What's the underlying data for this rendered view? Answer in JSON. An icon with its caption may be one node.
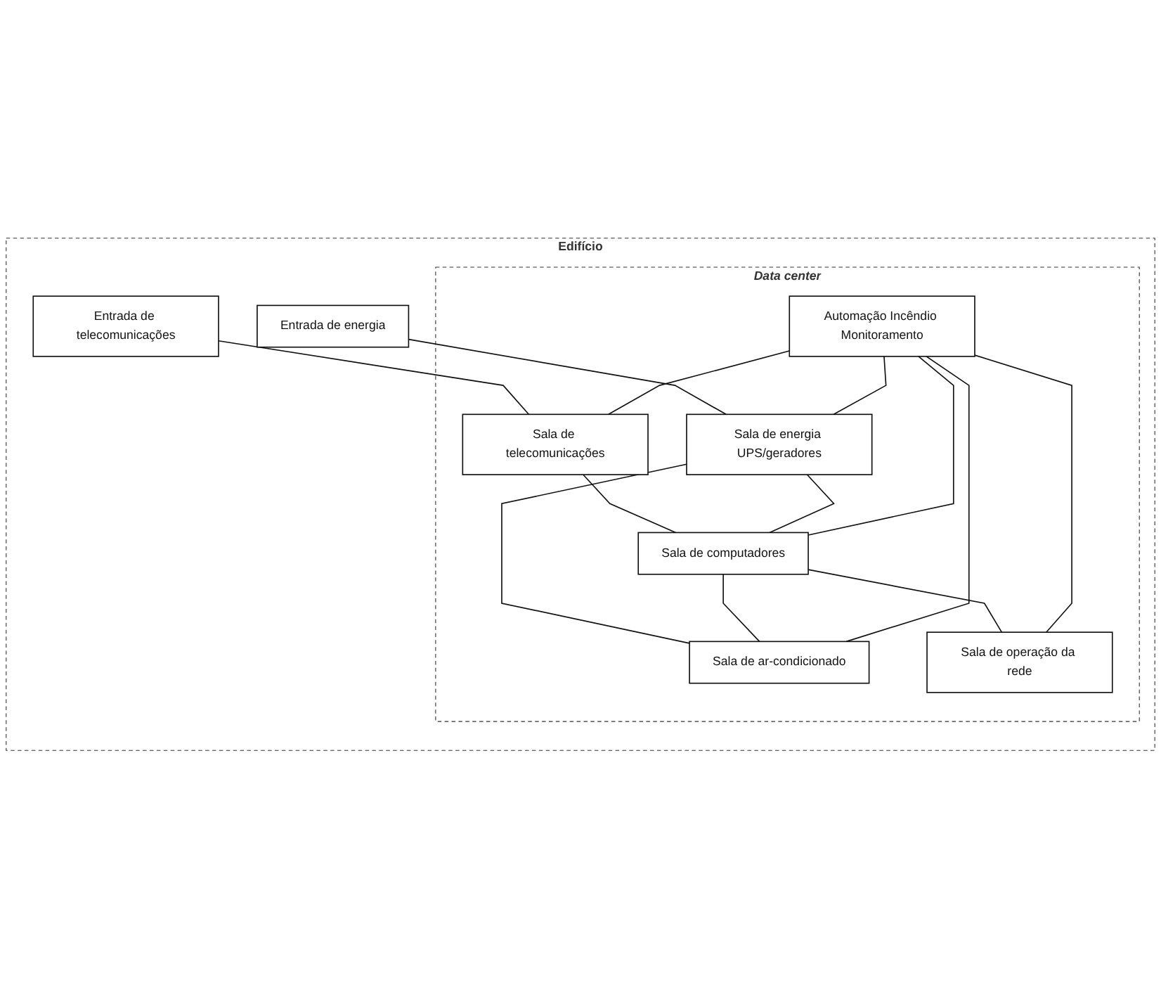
{
  "diagram": {
    "nodes": [
      {
        "text": [
          "Edifício"
        ]
      },
      {
        "text": [
          "Entrada de telecomunicações"
        ],
        "in": 0
      },
      {
        "text": [
          "Entrada de energia"
        ],
        "in": 0
      },
      {
        "text": [
          "Data center"
        ],
        "in": 0
      },
      {
        "text": [
          "Sala de telecomunicações"
        ],
        "in": 3
      },
      {
        "text": [
          "Sala de energia UPS/geradores"
        ],
        "in": 3
      },
      {
        "text": [
          "Automação Incêndio Monitoramento"
        ],
        "in": 3
      },
      {
        "text": [
          "Sala de computadores"
        ],
        "in": 3
      },
      {
        "text": [
          "Sala de operação da rede"
        ],
        "in": 3
      },
      {
        "text": [
          "Sala de ar-condicionado"
        ],
        "in": 3
      }
    ],
    "edges": [
      {
        "from": 1,
        "to": 4,
        "arrow": "none"
      },
      {
        "from": 2,
        "to": 5,
        "arrow": "none"
      },
      {
        "from": 6,
        "to": 4,
        "arrow": "none"
      },
      {
        "from": 6,
        "to": 5,
        "arrow": "none"
      },
      {
        "from": 4,
        "to": 7,
        "arrow": "none"
      },
      {
        "from": 5,
        "to": 7,
        "arrow": "none"
      },
      {
        "from": 5,
        "to": 9,
        "arrow": "none"
      },
      {
        "from": 6,
        "to": 7,
        "arrow": "none"
      },
      {
        "from": 7,
        "to": 8,
        "arrow": "none"
      },
      {
        "from": 7,
        "to": 9,
        "arrow": "none"
      },
      {
        "from": 6,
        "to": 9,
        "arrow": "none"
      },
      {
        "from": 6,
        "to": 8,
        "arrow": "none"
      }
    ]
  }
}
